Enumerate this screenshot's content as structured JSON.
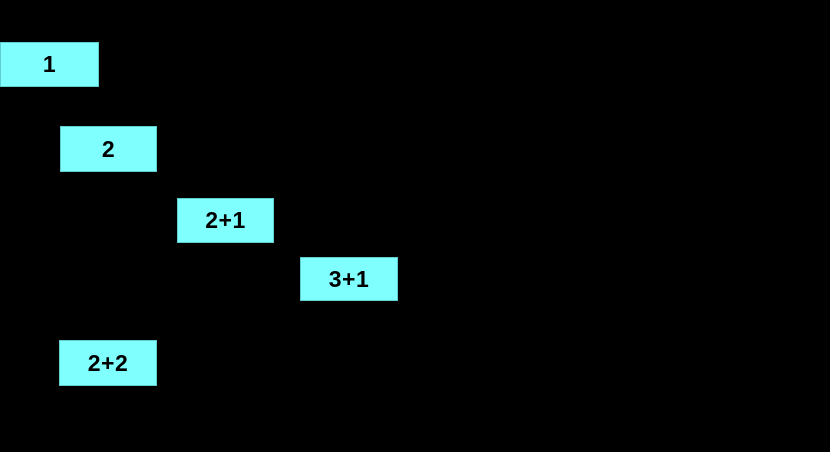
{
  "diagram": {
    "description": "Staircase diagram of five labeled step boxes on a black background",
    "colors": {
      "background": "#000000",
      "box_fill": "#80ffff",
      "box_text": "#000000"
    },
    "boxes": [
      {
        "label": "1"
      },
      {
        "label": "2"
      },
      {
        "label": "2+1"
      },
      {
        "label": "3+1"
      },
      {
        "label": "2+2"
      }
    ]
  }
}
